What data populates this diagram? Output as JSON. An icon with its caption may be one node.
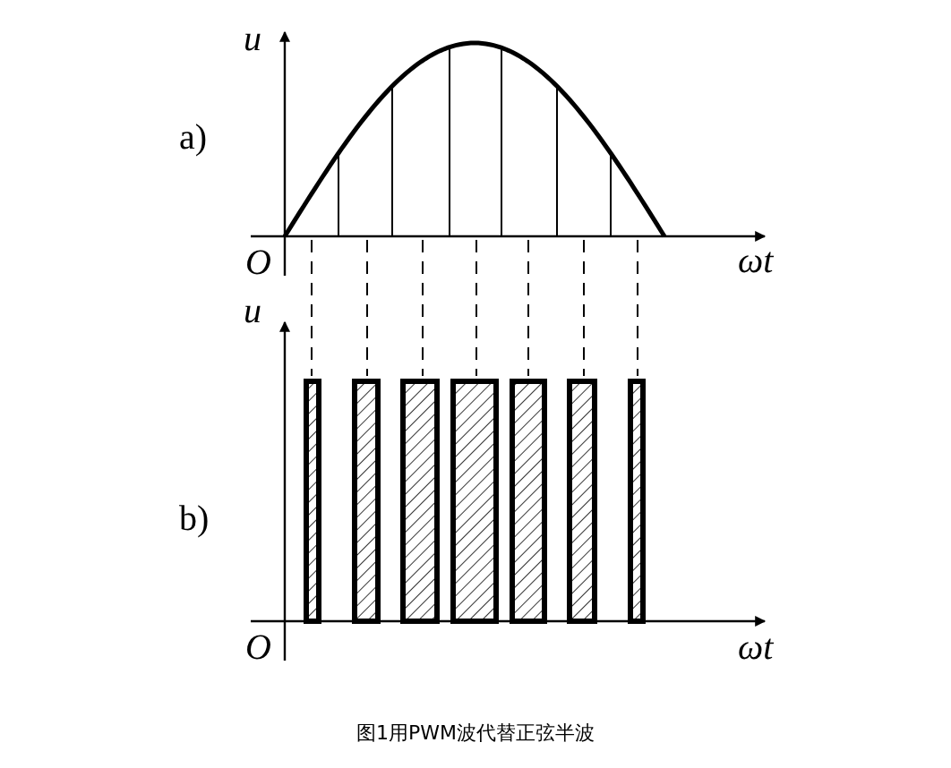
{
  "diagram": {
    "caption": "图1用PWM波代替正弦半波",
    "labels": [
      "u",
      "a)",
      "O",
      "ωt",
      "u",
      "b)",
      "O",
      "ωt"
    ]
  }
}
